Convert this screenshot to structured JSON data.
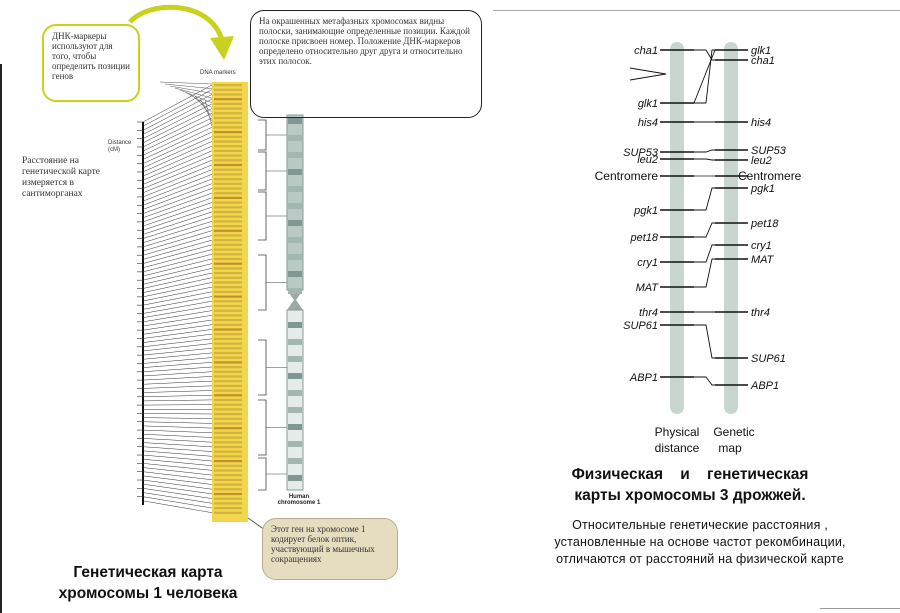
{
  "left_panel": {
    "callout_markers": "ДНК-маркеры используют для того, чтобы определить позиции генов",
    "callout_bands": "На окрашенных метафазных хромосомах видны полоски, занимающие определенные позиции. Каждой полоске присвоен номер. Положение ДНК-маркеров определено относительно друг друга и относительно этих полосок.",
    "callout_gene": "Этот ген на хромосоме 1 кодирует белок оптик, участвующий в мышечных сокращениях",
    "side_note": "Расстояние на генетической карте измеряется в сантиморганах",
    "dna_markers_label": "DNA markers",
    "distance_label": "Distance (cM)",
    "chromosome_label": "Human chromosome 1",
    "caption_line1": "Генетическая карта",
    "caption_line2": "хромосомы 1 человека",
    "colors": {
      "marker_column": "#f2d64b",
      "chromosome": "#b9c9c4",
      "arrow": "#c8d21e",
      "callout_gene_bg": "#e6dcc0"
    }
  },
  "right_panel": {
    "physical_labels": [
      "cha1",
      "glk1",
      "his4",
      "SUP53",
      "leu2",
      "Centromere",
      "pgk1",
      "pet18",
      "cry1",
      "MAT",
      "thr4",
      "SUP61",
      "ABP1"
    ],
    "genetic_labels": [
      "glk1",
      "cha1",
      "his4",
      "SUP53",
      "leu2",
      "Centromere",
      "pgk1",
      "pet18",
      "cry1",
      "MAT",
      "thr4",
      "SUP61",
      "ABP1"
    ],
    "axis_physical": [
      "Physical",
      "distance"
    ],
    "axis_genetic": [
      "Genetic",
      "map"
    ],
    "title_line1": "Физическая    и    генетическая",
    "title_line2": "карты хромосомы 3 дрожжей.",
    "note_line1": "Относительные генетические расстояния ,",
    "note_line2": "установленные на основе частот рекомбинации,",
    "note_line3": "отличаются от расстояний на физической карте",
    "colors": {
      "bar": "#c9d6cf"
    }
  }
}
